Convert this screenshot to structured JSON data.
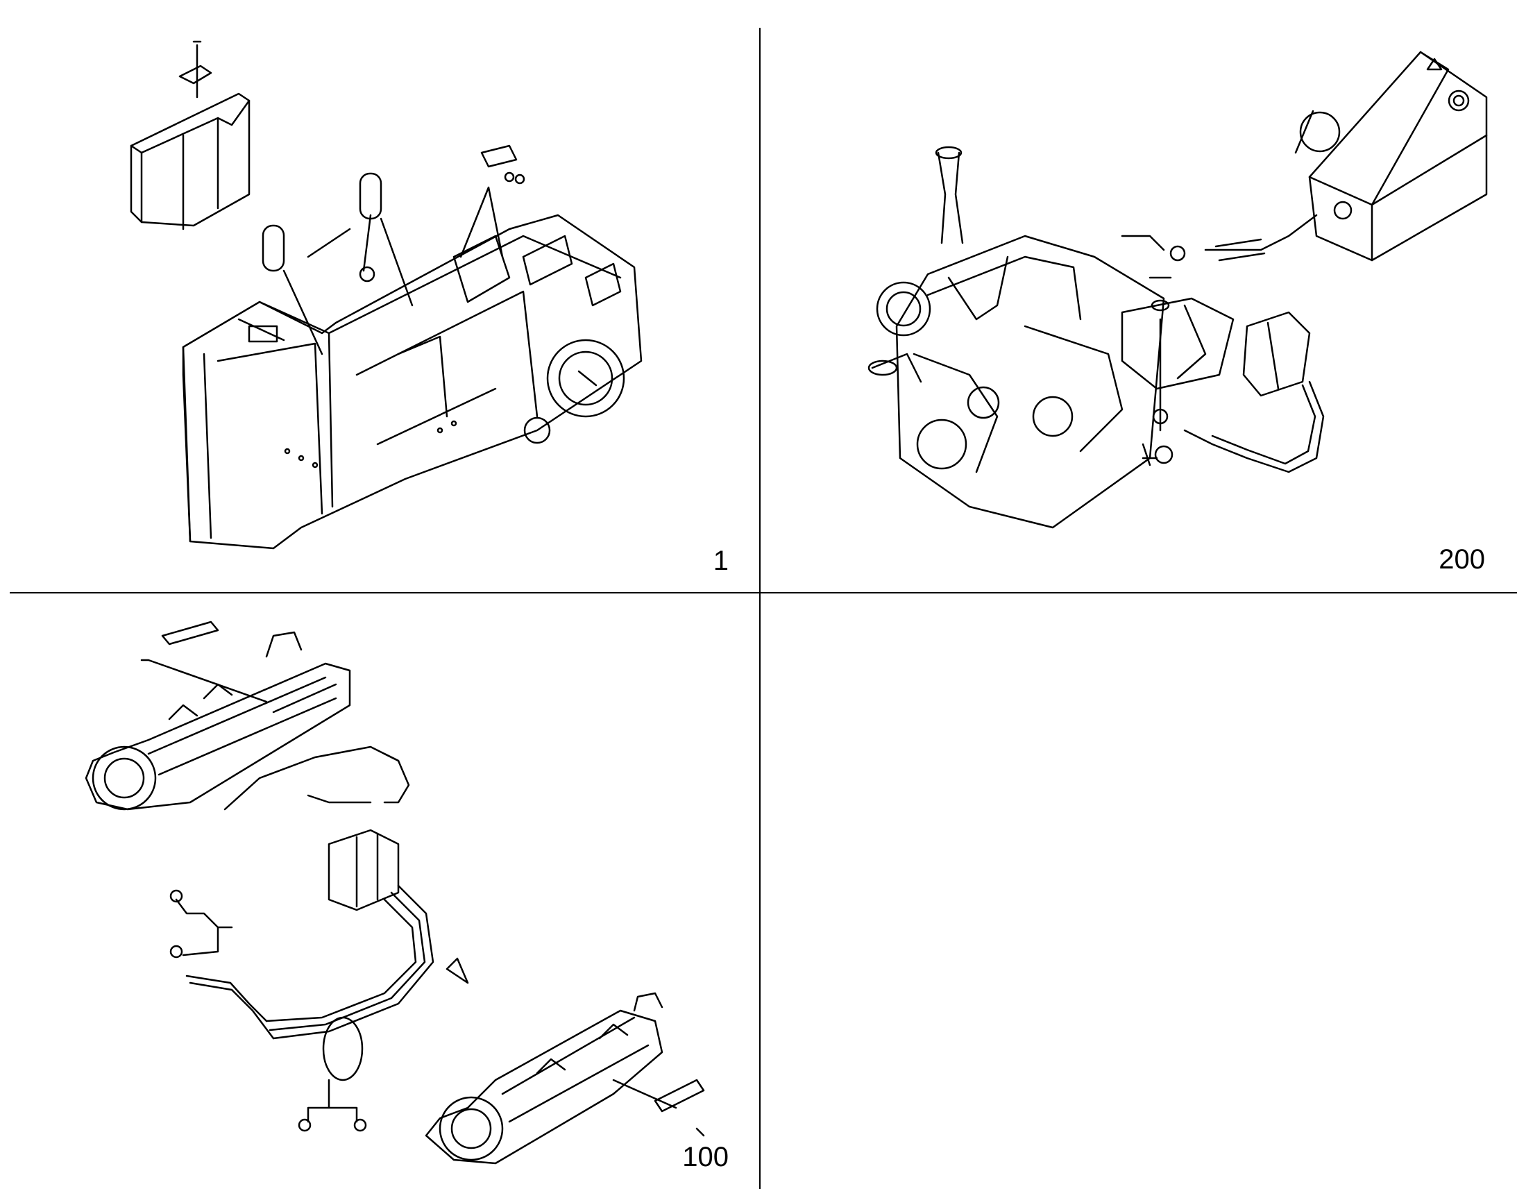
{
  "panels": [
    {
      "id": "frame",
      "ref_number": "1",
      "icon": "chassis-frame-exploded-view"
    },
    {
      "id": "engine",
      "ref_number": "200",
      "icon": "engine-and-fuel-tank-exploded-view"
    },
    {
      "id": "tracks",
      "ref_number": "100",
      "icon": "track-frames-and-hydraulic-lines-exploded-view"
    },
    {
      "id": "empty",
      "ref_number": "",
      "icon": ""
    }
  ],
  "colors": {
    "line": "#000000",
    "background": "#ffffff"
  }
}
